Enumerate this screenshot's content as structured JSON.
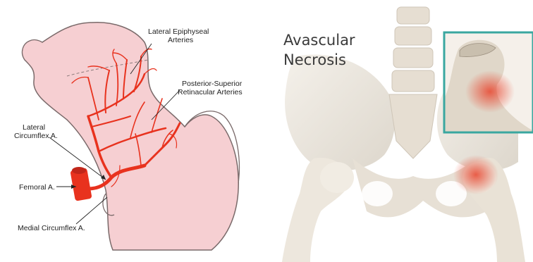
{
  "left_panel": {
    "labels": {
      "lateral_epiphyseal": [
        "Lateral Epiphyseal",
        "Arteries"
      ],
      "posterior_superior": [
        "Posterior-Superior",
        "Retinacular Arteries"
      ],
      "lateral_circumflex": [
        "Lateral",
        "Circumflex A."
      ],
      "femoral": "Femoral A.",
      "medial_circumflex": "Medial Circumflex A."
    },
    "colors": {
      "bone": "#f6cfd2",
      "bone_outline": "#7a6a6a",
      "artery": "#e8321e"
    }
  },
  "right_panel": {
    "title": [
      "Avascular",
      "Necrosis"
    ],
    "colors": {
      "bone": "#ece6dc",
      "necrosis": "#e8452e",
      "inset_border": "#3aa7a0"
    }
  }
}
